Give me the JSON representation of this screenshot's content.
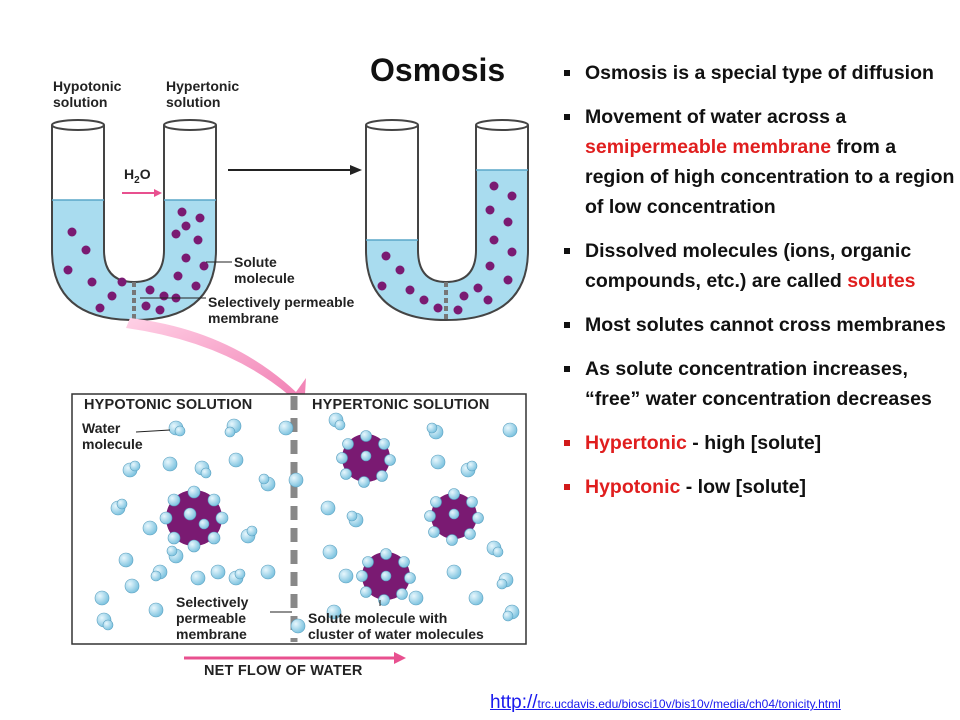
{
  "title": "Osmosis",
  "u_tube_labels": {
    "hypotonic": [
      "Hypotonic",
      "solution"
    ],
    "hypertonic": [
      "Hypertonic",
      "solution"
    ],
    "h2o": "H",
    "h2o_sub": "2",
    "h2o_o": "O",
    "solute": [
      "Solute",
      "molecule"
    ],
    "membrane": [
      "Selectively permeable",
      "membrane"
    ]
  },
  "detail_box": {
    "left_header": "HYPOTONIC SOLUTION",
    "right_header": "HYPERTONIC SOLUTION",
    "water_label": [
      "Water",
      "molecule"
    ],
    "membrane_label": [
      "Selectively",
      "permeable",
      "membrane"
    ],
    "solute_cluster_label": [
      "Solute molecule with",
      "cluster of water molecules"
    ]
  },
  "net_flow_label": "NET FLOW OF WATER",
  "bullets": [
    {
      "parts": [
        {
          "text": "Osmosis is a special type of diffusion",
          "red": false
        }
      ],
      "red_bullet": false
    },
    {
      "parts": [
        {
          "text": "Movement of water across a ",
          "red": false
        },
        {
          "text": "semipermeable membrane",
          "red": true
        },
        {
          "text": " from a region of high concentration to a region of low concentration",
          "red": false
        }
      ],
      "red_bullet": false
    },
    {
      "parts": [
        {
          "text": "Dissolved molecules (ions, organic compounds, etc.) are called ",
          "red": false
        },
        {
          "text": "solutes",
          "red": true
        }
      ],
      "red_bullet": false
    },
    {
      "parts": [
        {
          "text": "Most solutes cannot cross membranes",
          "red": false
        }
      ],
      "red_bullet": false
    },
    {
      "parts": [
        {
          "text": "As solute concentration increases, “free” water concentration decreases",
          "red": false
        }
      ],
      "red_bullet": false
    },
    {
      "parts": [
        {
          "text": "Hypertonic",
          "red": true
        },
        {
          "text": " - high [solute]",
          "red": false
        }
      ],
      "red_bullet": true
    },
    {
      "parts": [
        {
          "text": "Hypotonic",
          "red": true
        },
        {
          "text": " - low [solute]",
          "red": false
        }
      ],
      "red_bullet": true
    }
  ],
  "url": {
    "prefix": "http://",
    "rest": "trc.ucdavis.edu/biosci10v/bis10v/media/ch04/tonicity.html"
  },
  "colors": {
    "water": "#a9dcef",
    "solute": "#7a1a72",
    "highlight": "#e01e1e",
    "arrow_pink": "#f07ab0"
  }
}
